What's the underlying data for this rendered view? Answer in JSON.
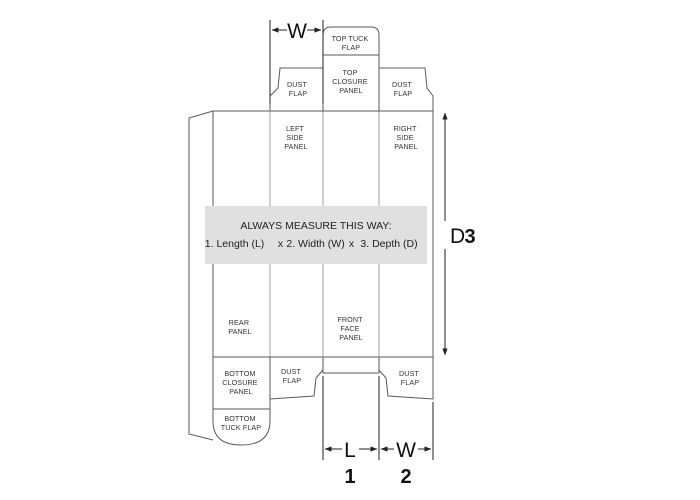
{
  "panels": {
    "top_tuck_flap": [
      "TOP TUCK",
      "FLAP"
    ],
    "top_closure_panel": [
      "TOP",
      "CLOSURE",
      "PANEL"
    ],
    "dust_flap_top_left": [
      "DUST",
      "FLAP"
    ],
    "dust_flap_top_right": [
      "DUST",
      "FLAP"
    ],
    "left_side_panel": [
      "LEFT",
      "SIDE",
      "PANEL"
    ],
    "right_side_panel": [
      "RIGHT",
      "SIDE",
      "PANEL"
    ],
    "rear_panel": [
      "REAR",
      "PANEL"
    ],
    "front_face_panel": [
      "FRONT",
      "FACE",
      "PANEL"
    ],
    "bottom_closure_panel": [
      "BOTTOM",
      "CLOSURE",
      "PANEL"
    ],
    "bottom_tuck_flap": [
      "BOTTOM",
      "TUCK FLAP"
    ],
    "dust_flap_bottom_left": [
      "DUST",
      "FLAP"
    ],
    "dust_flap_bottom_right": [
      "DUST",
      "FLAP"
    ]
  },
  "banner": {
    "title": "ALWAYS MEASURE THIS WAY:",
    "step1": "1. Length (L)",
    "sep1": "x",
    "step2": "2. Width (W)",
    "sep2": "x",
    "step3": "3. Depth (D)"
  },
  "dimensions": {
    "top_w": "W",
    "side_d": "D",
    "side_d_number": "3",
    "bottom_l": "L",
    "bottom_l_number": "1",
    "bottom_w": "W",
    "bottom_w_number": "2"
  }
}
